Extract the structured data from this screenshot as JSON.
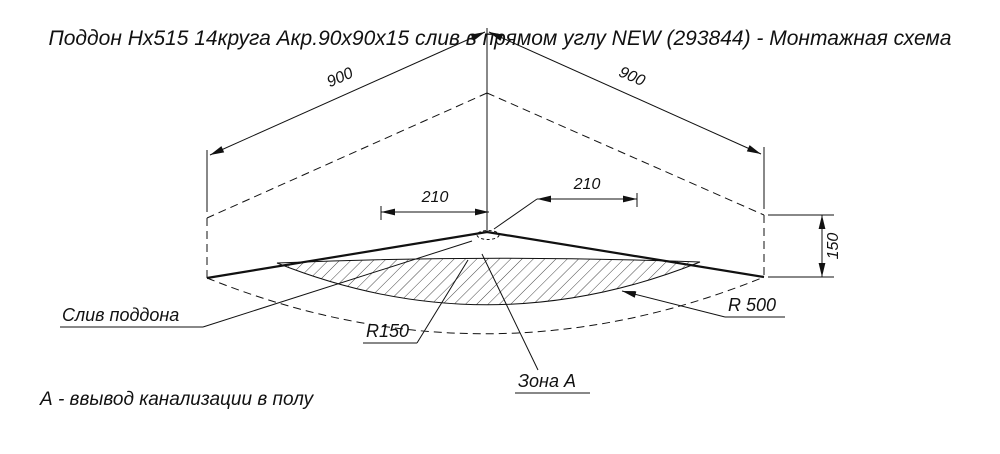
{
  "title": "Поддон Hx515 14круга Акр.90x90x15 слив в прямом углу NEW (293844) - Монтажная схема",
  "note": "А - ввывод канализации в полу",
  "dimensions": {
    "side_left": "900",
    "side_right": "900",
    "drain_offset_left": "210",
    "drain_offset_right": "210",
    "height": "150"
  },
  "labels": {
    "drain": "Слив поддона",
    "inner_radius": "R150",
    "outer_radius": "R 500",
    "zone": "Зона А"
  },
  "colors": {
    "line": "#111111",
    "background": "#ffffff"
  }
}
